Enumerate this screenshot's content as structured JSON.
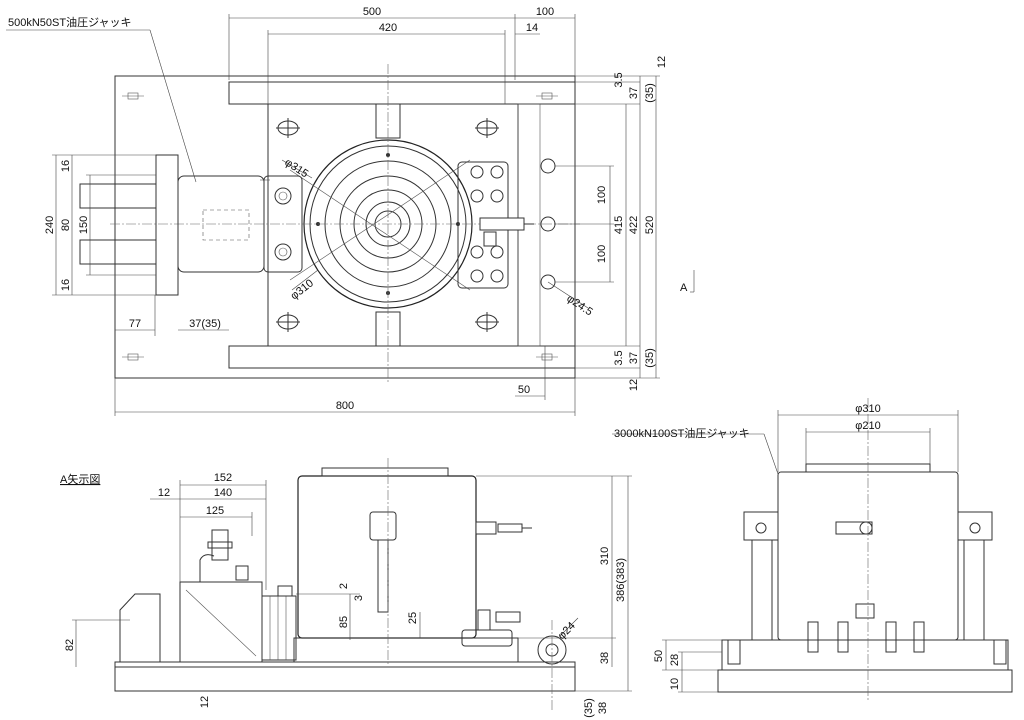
{
  "labels": {
    "jack_500": "500kN50ST油圧ジャッキ",
    "jack_3000": "3000kN100ST油圧ジャッキ",
    "view_a": "A矢示図",
    "arrow_a": "A"
  },
  "dims_top": {
    "d500": "500",
    "d100": "100",
    "d420": "420",
    "d14": "14",
    "d800": "800",
    "d50": "50",
    "d77": "77",
    "d37_35": "37(35)",
    "d240": "240",
    "d16a": "16",
    "d80": "80",
    "d150": "150",
    "d16b": "16",
    "dia315": "φ315",
    "dia310": "φ310",
    "dia24_5": "φ24.5",
    "r12a": "12",
    "r3_5a": "3.5",
    "r37a": "37",
    "r35a": "(35)",
    "r100a": "100",
    "r100b": "100",
    "r415": "415",
    "r422": "422",
    "r520": "520",
    "r3_5b": "3.5",
    "r37b": "37",
    "r35b": "(35)",
    "r12b": "12"
  },
  "dims_side": {
    "d152": "152",
    "d12": "12",
    "d140": "140",
    "d125": "125",
    "d82": "82",
    "d12b": "12",
    "d2": "2",
    "d3": "3",
    "d85": "85",
    "d25": "25",
    "dia24": "φ24",
    "d310": "310",
    "d386": "386(383)",
    "d38": "38",
    "d35": "(35)",
    "d38b": "38"
  },
  "dims_front": {
    "dia310": "φ310",
    "dia210": "φ210",
    "d50": "50",
    "d28": "28",
    "d10": "10"
  }
}
